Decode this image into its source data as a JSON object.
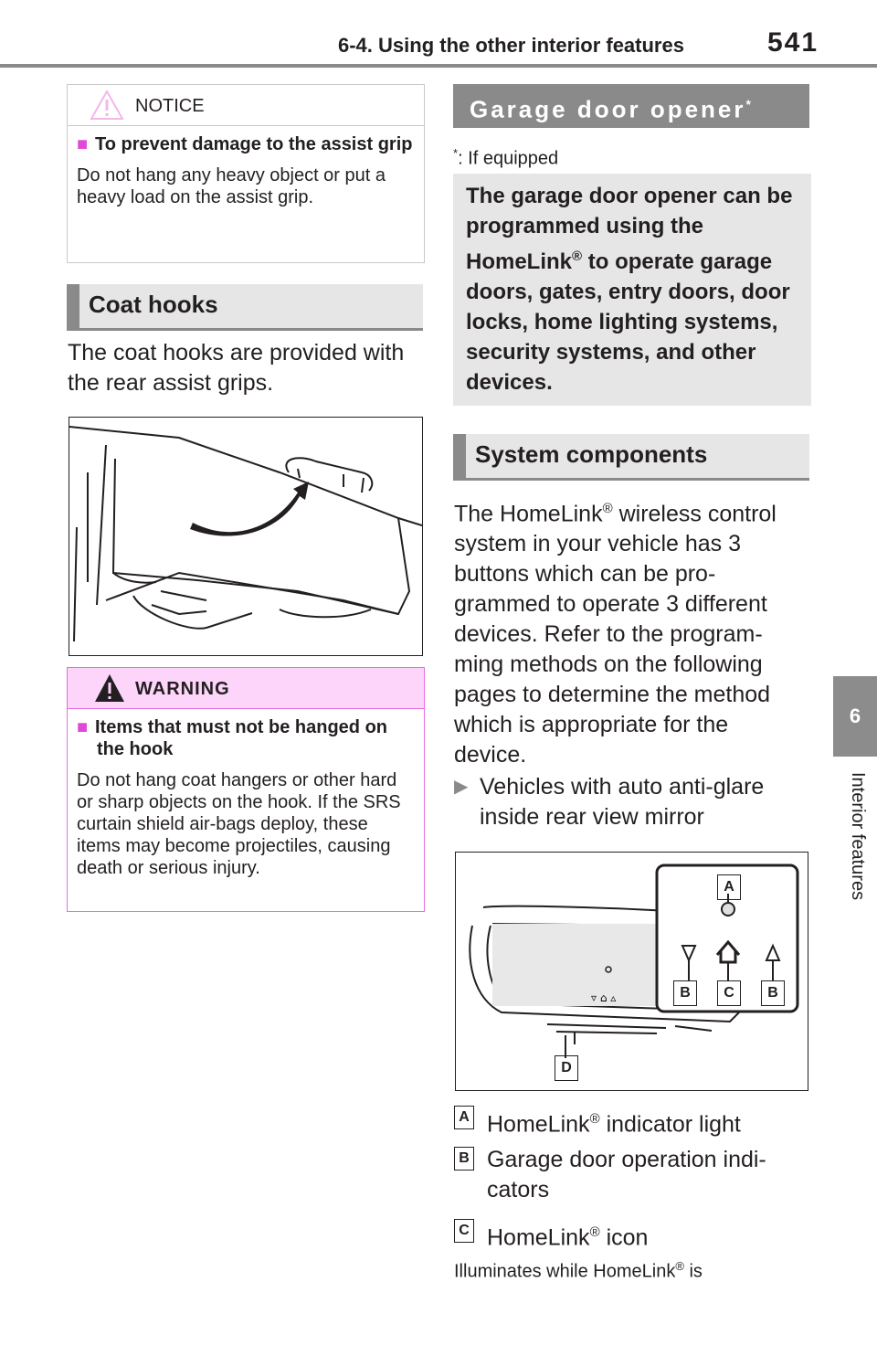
{
  "header": {
    "section": "6-4. Using the other interior features",
    "page": "541"
  },
  "tab": {
    "number": "6",
    "label": "Interior features"
  },
  "notice": {
    "label": "NOTICE",
    "sub": "To prevent damage to the assist grip",
    "body": "Do not hang any heavy object or put a heavy load on the assist grip."
  },
  "coat": {
    "title": "Coat hooks",
    "text": "The coat hooks are provided with the rear assist grips."
  },
  "warning": {
    "label": "WARNING",
    "sub": "Items that must not be hanged on the hook",
    "body": "Do not hang coat hangers or other hard or sharp objects on the hook. If the SRS curtain shield air-bags deploy, these items may become projectiles, causing death or serious injury."
  },
  "garage": {
    "title": "Garage door opener",
    "footnote_mark": "*",
    "footnote": ": If equipped",
    "lead": "The garage door opener can be programmed using the HomeLink",
    "lead_rest": " to operate garage doors, gates, entry doors, door locks, home lighting systems, security systems, and other devices."
  },
  "system": {
    "title": "System components",
    "para_a": "The HomeLink",
    "para_b": " wireless control system in your vehicle has 3 buttons which can be pro-grammed to operate 3 different devices. Refer to the program-ming methods on the following pages to determine the method which is appropriate for the device.",
    "bullet": "Vehicles with auto anti-glare inside rear view mirror",
    "reg": "®"
  },
  "figure": {
    "callouts": [
      "A",
      "B",
      "C",
      "B",
      "D"
    ]
  },
  "legend": [
    {
      "key": "A",
      "text_a": "HomeLink",
      "text_b": " indicator light"
    },
    {
      "key": "B",
      "text_a": "Garage door operation indi-cators",
      "text_b": ""
    },
    {
      "key": "C",
      "text_a": "HomeLink",
      "text_b": " icon"
    }
  ],
  "trail": {
    "text_a": "Illuminates while HomeLink",
    "text_b": " is"
  }
}
